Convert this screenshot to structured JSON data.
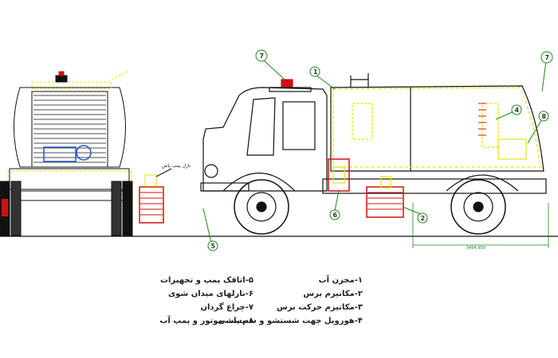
{
  "legend": {
    "right_column": [
      "۱-مخزن آب",
      "۲-مکانیزم برس",
      "۳-مکانیزم حرکت برس",
      "۴-هورویل جهت شستشو و سم پاشی"
    ],
    "left_column": [
      "۵-اتاقک پمپ و تجهیزات",
      "۶-نازلهای میدان شوی",
      "۷-چراغ گردان",
      "۸-پست موتور و پمپ آب"
    ]
  },
  "callouts": [
    "7",
    "1",
    "4",
    "8",
    "7",
    "6",
    "5",
    "2"
  ],
  "dimension_label": "3454.959",
  "rear_view_tag": "نازل پمپ پاش",
  "colors": {
    "line": "#111111",
    "accent_yellow": "#e6e600",
    "accent_red": "#d01010",
    "callout_green": "#1a8a1a",
    "pump_blue": "#2255cc"
  }
}
